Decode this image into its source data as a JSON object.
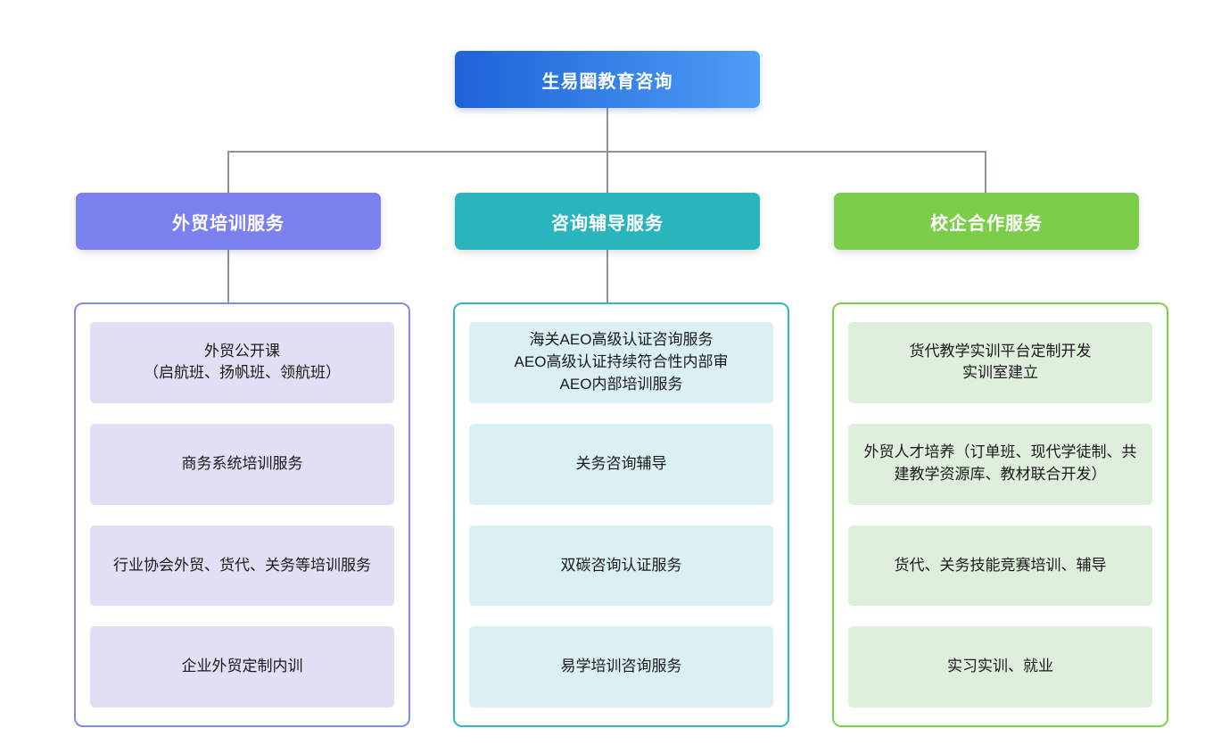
{
  "root": {
    "label": "生易圈教育咨询",
    "gradient_start": "#1e63d8",
    "gradient_end": "#4d9df5"
  },
  "connector_color": "#8b949d",
  "branches": [
    {
      "label": "外贸培训服务",
      "color": "#7b80ef",
      "item_bg": "#e2dff4",
      "items": [
        {
          "text": "外贸公开课\n（启航班、扬帆班、领航班）"
        },
        {
          "text": "商务系统培训服务"
        },
        {
          "text": "行业协会外贸、货代、关务等培训服务"
        },
        {
          "text": "企业外贸定制内训"
        }
      ]
    },
    {
      "label": "咨询辅导服务",
      "color": "#2ab4bb",
      "item_bg": "#dbf0f3",
      "items": [
        {
          "text": "海关AEO高级认证咨询服务\nAEO高级认证持续符合性内部审\nAEO内部培训服务"
        },
        {
          "text": "关务咨询辅导"
        },
        {
          "text": "双碳咨询认证服务"
        },
        {
          "text": "易学培训咨询服务"
        }
      ]
    },
    {
      "label": "校企合作服务",
      "color": "#7ccd49",
      "item_bg": "#def0db",
      "items": [
        {
          "text": "货代教学实训平台定制开发\n实训室建立"
        },
        {
          "text": "外贸人才培养（订单班、现代学徒制、共建教学资源库、教材联合开发）"
        },
        {
          "text": "货代、关务技能竞赛培训、辅导"
        },
        {
          "text": "实习实训、就业"
        }
      ]
    }
  ]
}
